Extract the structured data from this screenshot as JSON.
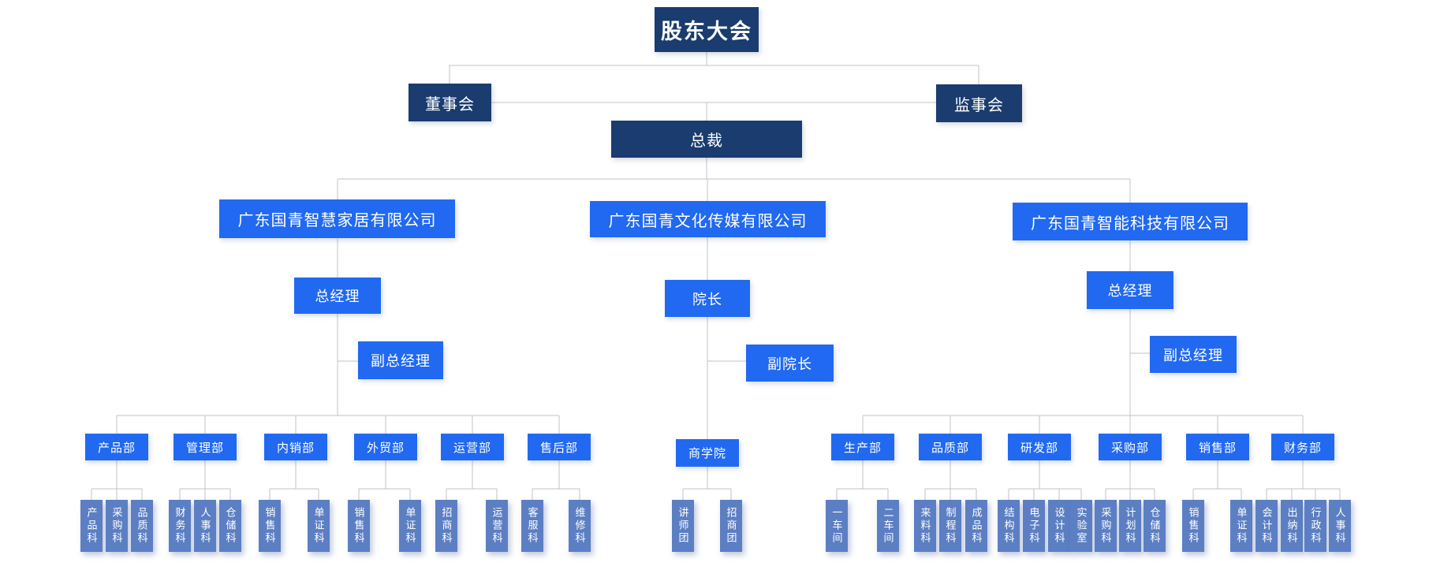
{
  "root": {
    "label": "股东大会"
  },
  "board": {
    "label": "董事会"
  },
  "supervisory": {
    "label": "监事会"
  },
  "president": {
    "label": "总裁"
  },
  "subsidiaries": [
    {
      "label": "广东国青智慧家居有限公司",
      "manager": "总经理",
      "deputy": "副总经理",
      "departments": [
        {
          "label": "产品部",
          "sections": [
            "产品科",
            "采购科",
            "品质科"
          ]
        },
        {
          "label": "管理部",
          "sections": [
            "财务科",
            "人事科",
            "仓储科"
          ]
        },
        {
          "label": "内销部",
          "sections": [
            "销售科",
            "单证科"
          ]
        },
        {
          "label": "外贸部",
          "sections": [
            "销售科",
            "单证科"
          ]
        },
        {
          "label": "运营部",
          "sections": [
            "招商科",
            "运营科"
          ]
        },
        {
          "label": "售后部",
          "sections": [
            "客服科",
            "维修科"
          ]
        }
      ]
    },
    {
      "label": "广东国青文化传媒有限公司",
      "manager": "院长",
      "deputy": "副院长",
      "departments": [
        {
          "label": "商学院",
          "sections": [
            "讲师团",
            "招商团"
          ]
        }
      ]
    },
    {
      "label": "广东国青智能科技有限公司",
      "manager": "总经理",
      "deputy": "副总经理",
      "departments": [
        {
          "label": "生产部",
          "sections": [
            "一车间",
            "二车间"
          ]
        },
        {
          "label": "品质部",
          "sections": [
            "来料科",
            "制程科",
            "成品科"
          ]
        },
        {
          "label": "研发部",
          "sections": [
            "结构科",
            "电子科",
            "设计科",
            "实验室"
          ]
        },
        {
          "label": "采购部",
          "sections": [
            "采购科",
            "计划科",
            "仓储科"
          ]
        },
        {
          "label": "销售部",
          "sections": [
            "销售科",
            "单证科"
          ]
        },
        {
          "label": "财务部",
          "sections": [
            "会计科",
            "出纳科",
            "行政科",
            "人事科"
          ]
        }
      ]
    }
  ],
  "colors": {
    "top_level": "#1a3c6e",
    "mid_level": "#2169f1",
    "section_level": "#5c7fc3",
    "connector": "#bfc3c7",
    "background": "#ffffff"
  }
}
